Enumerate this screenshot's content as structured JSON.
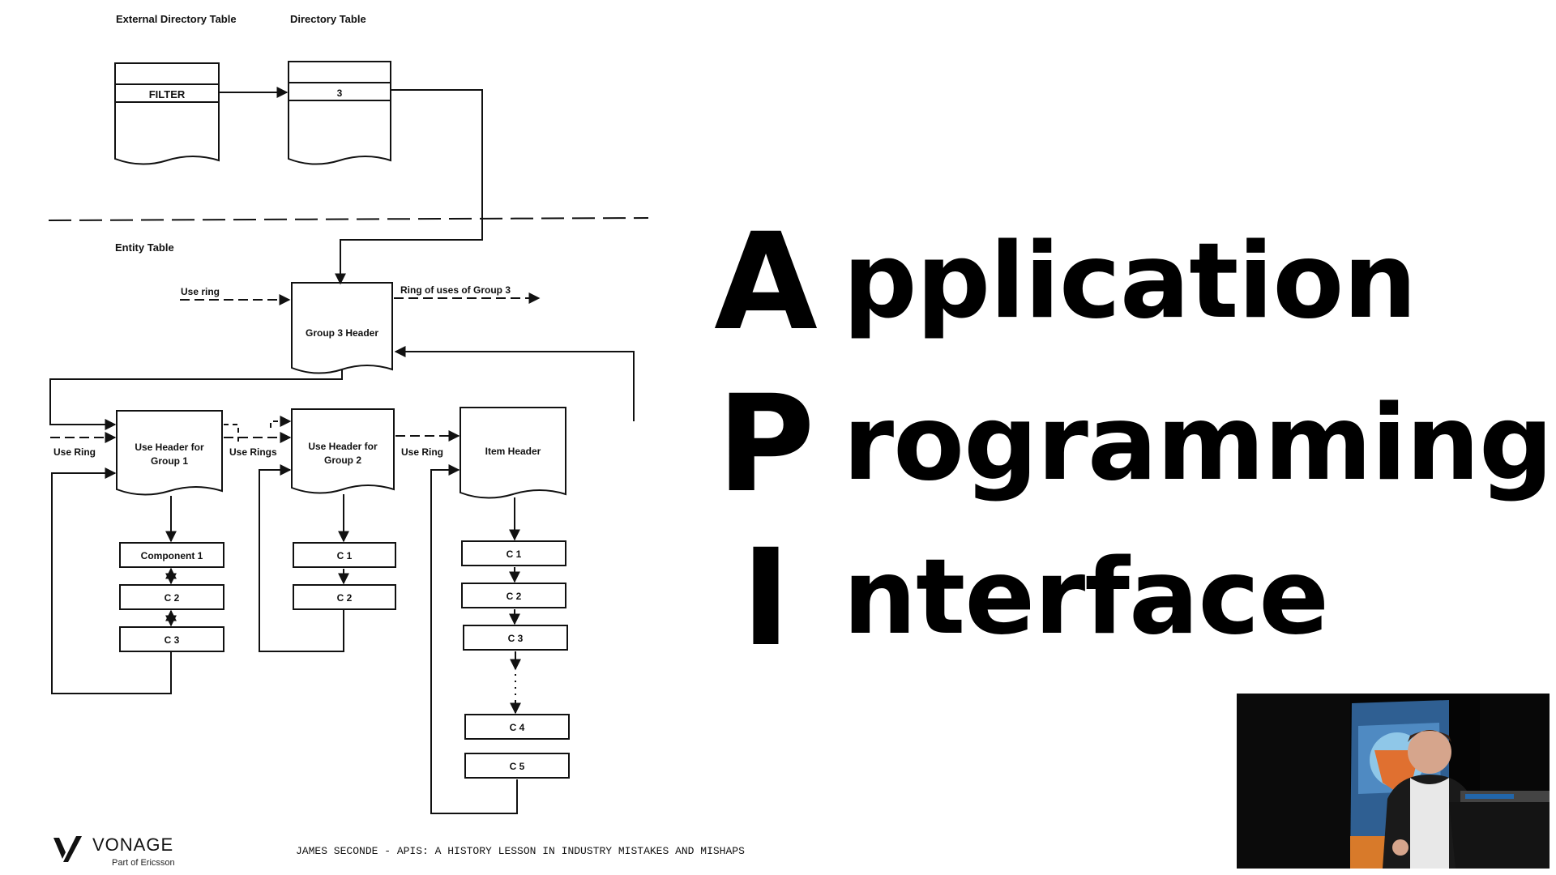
{
  "diagram": {
    "labels": {
      "external_directory_table": "External Directory Table",
      "directory_table": "Directory Table",
      "entity_table": "Entity Table",
      "use_ring_top": "Use ring",
      "ring_of_uses": "Ring of uses of Group 3",
      "use_ring_left": "Use Ring",
      "use_rings_mid": "Use Rings",
      "use_ring_right": "Use Ring"
    },
    "boxes": {
      "filter": "FILTER",
      "dir_3": "3",
      "group3_header": "Group 3 Header",
      "use_header_g1_line1": "Use Header for",
      "use_header_g1_line2": "Group 1",
      "use_header_g2_line1": "Use Header for",
      "use_header_g2_line2": "Group 2",
      "item_header": "Item Header",
      "component_1": "Component  1",
      "g1_c2": "C 2",
      "g1_c3": "C 3",
      "g2_c1": "C 1",
      "g2_c2": "C 2",
      "item_c1": "C 1",
      "item_c2": "C 2",
      "item_c3": "C 3",
      "item_c4": "C 4",
      "item_c5": "C 5"
    }
  },
  "api": [
    {
      "letter": "A",
      "rest": "pplication"
    },
    {
      "letter": "P",
      "rest": "rogramming"
    },
    {
      "letter": "I",
      "rest": "nterface"
    }
  ],
  "footer": {
    "brand": "VONAGE",
    "brand_sub": "Part of Ericsson",
    "talk": "JAMES SECONDE - APIS: A HISTORY LESSON IN INDUSTRY MISTAKES AND MISHAPS"
  },
  "colors": {
    "background": "#ffffff",
    "text": "#000000",
    "video_bg": "#050505"
  }
}
